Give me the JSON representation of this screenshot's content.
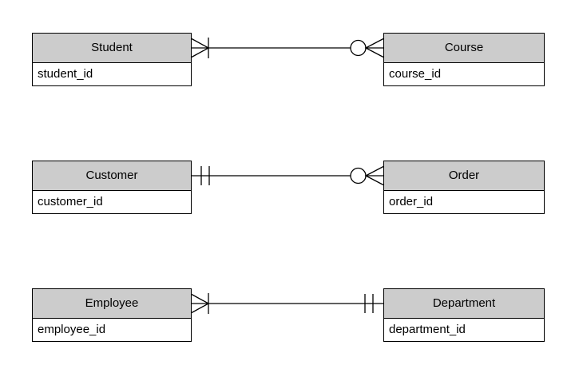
{
  "diagram": {
    "type": "entity-relationship-crows-foot",
    "background_color": "#ffffff",
    "entity_header_fill": "#cccccc",
    "entity_body_fill": "#ffffff",
    "entity_border_color": "#000000",
    "connector_color": "#000000",
    "entities": [
      {
        "name": "Student",
        "attributes": [
          "student_id"
        ]
      },
      {
        "name": "Course",
        "attributes": [
          "course_id"
        ]
      },
      {
        "name": "Customer",
        "attributes": [
          "customer_id"
        ]
      },
      {
        "name": "Order",
        "attributes": [
          "order_id"
        ]
      },
      {
        "name": "Employee",
        "attributes": [
          "employee_id"
        ]
      },
      {
        "name": "Department",
        "attributes": [
          "department_id"
        ]
      }
    ],
    "relationships": [
      {
        "from": "Student",
        "to": "Course",
        "from_cardinality": "one-or-many (crow's foot with bar)",
        "to_cardinality": "zero-or-many (circle with crow's foot)"
      },
      {
        "from": "Customer",
        "to": "Order",
        "from_cardinality": "one-and-only-one (double bar)",
        "to_cardinality": "zero-or-many (circle with crow's foot)"
      },
      {
        "from": "Employee",
        "to": "Department",
        "from_cardinality": "one-or-many (crow's foot with bar)",
        "to_cardinality": "one-and-only-one (double bar)"
      }
    ]
  }
}
